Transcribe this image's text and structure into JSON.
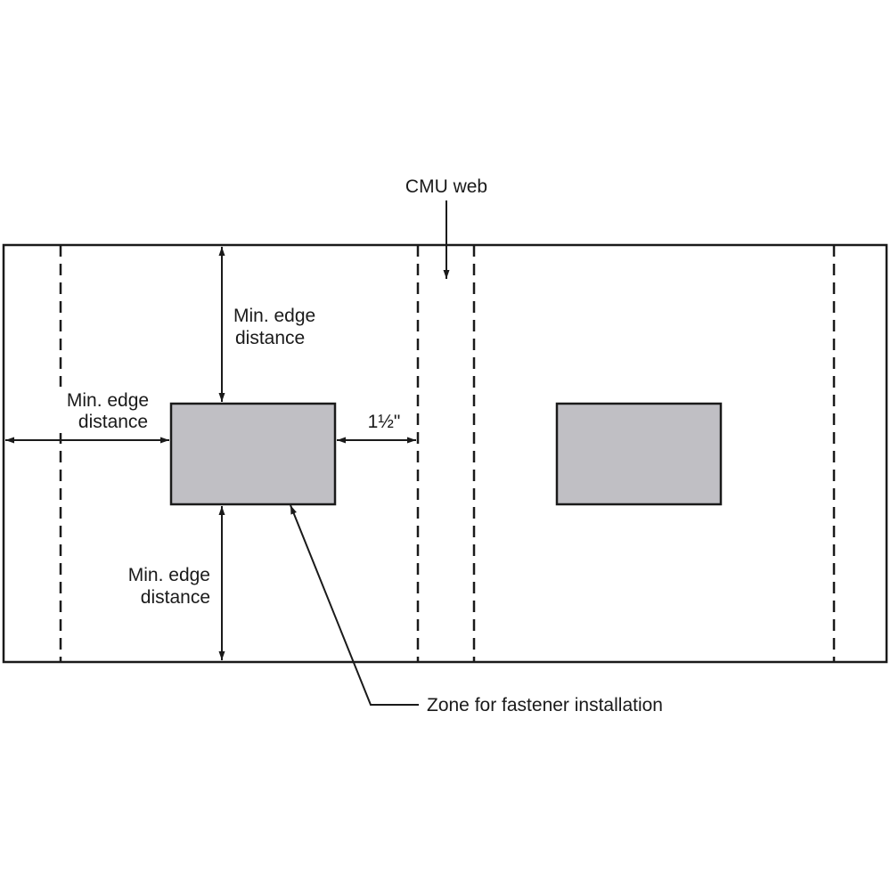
{
  "labels": {
    "cmu_web": "CMU web",
    "min_edge_top_line1": "Min. edge",
    "min_edge_top_line2": "distance",
    "min_edge_left_line1": "Min. edge",
    "min_edge_left_line2": "distance",
    "min_edge_bottom_line1": "Min. edge",
    "min_edge_bottom_line2": "distance",
    "web_clearance": "1½\"",
    "fastener_zone": "Zone for fastener installation"
  },
  "colors": {
    "line": "#1a1a1a",
    "zone_fill": "#c0bfc4",
    "background": "#ffffff"
  }
}
